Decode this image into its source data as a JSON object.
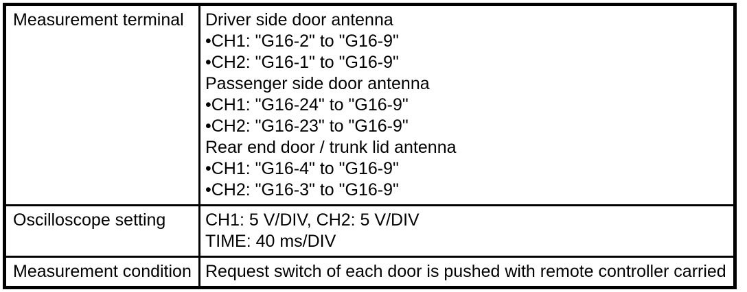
{
  "colors": {
    "border": "#000000",
    "text": "#000000",
    "background": "#ffffff"
  },
  "table": {
    "rows": [
      {
        "label": "Measurement terminal",
        "lines": [
          "Driver side door antenna",
          "•CH1: \"G16-2\" to \"G16-9\"",
          "•CH2: \"G16-1\" to \"G16-9\"",
          "Passenger side door antenna",
          "•CH1: \"G16-24\" to \"G16-9\"",
          "•CH2: \"G16-23\" to \"G16-9\"",
          "Rear end door / trunk lid antenna",
          "•CH1: \"G16-4\" to \"G16-9\"",
          "•CH2: \"G16-3\" to \"G16-9\""
        ]
      },
      {
        "label": "Oscilloscope setting",
        "lines": [
          "CH1: 5 V/DIV, CH2: 5 V/DIV",
          "TIME: 40 ms/DIV"
        ]
      },
      {
        "label": "Measurement condition",
        "lines": [
          "Request switch of each door is pushed with remote controller carried"
        ]
      }
    ]
  }
}
